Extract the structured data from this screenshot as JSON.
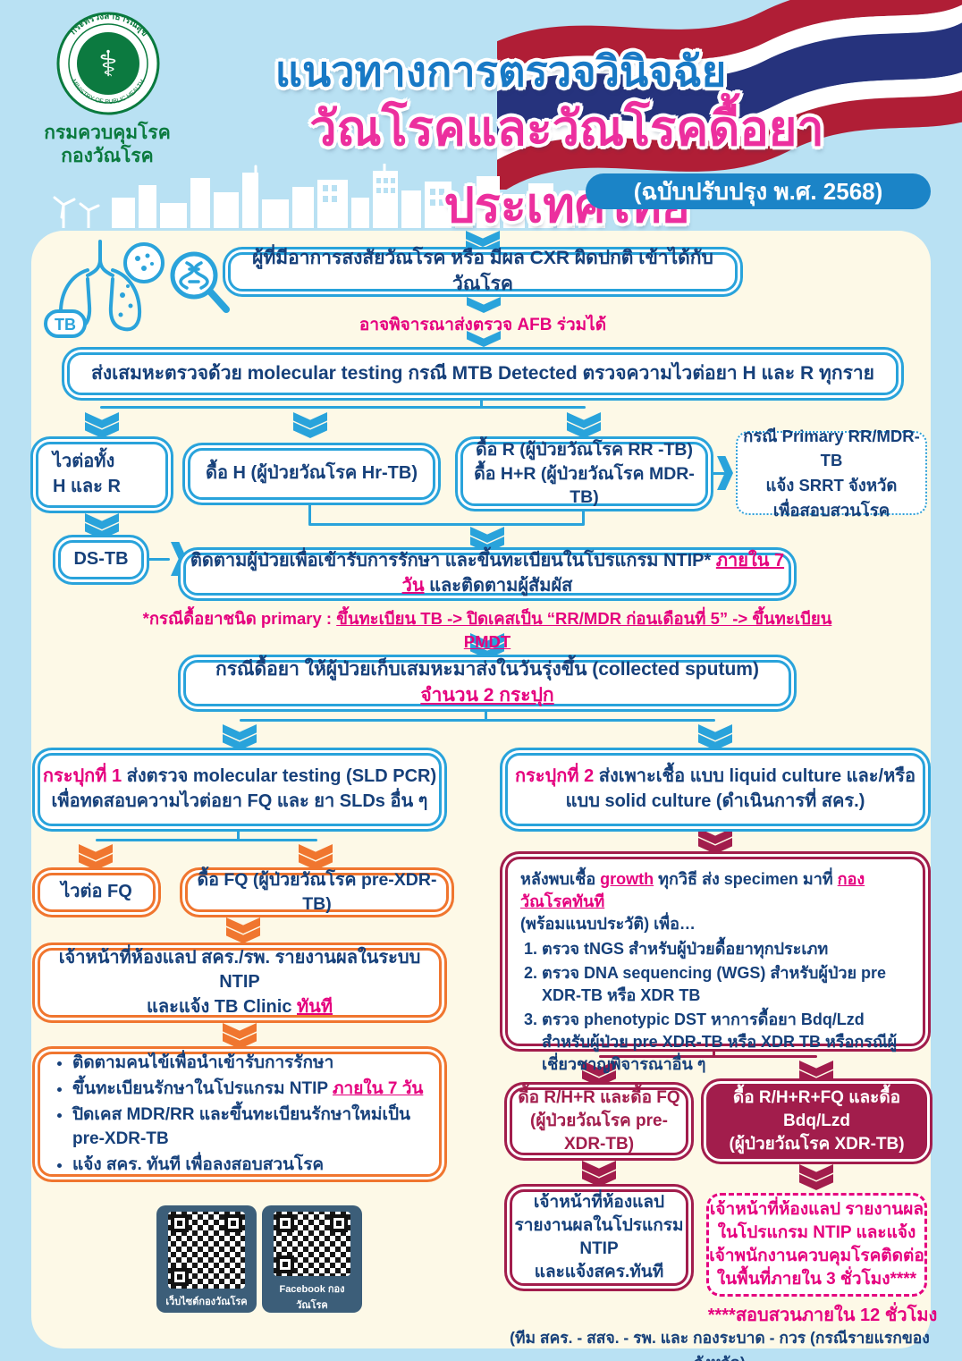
{
  "colors": {
    "page_bg": "#b9e1f3",
    "panel_bg": "#fdf9e7",
    "blue": "#29a3db",
    "navy": "#16407a",
    "pink": "#e5007e",
    "orange": "#f0762f",
    "maroon": "#a21d4c",
    "green": "#0a7a3e",
    "title_blue": "#1879c5",
    "title_pink": "#ec2f9e",
    "flag_red": "#b01e36",
    "flag_blue": "#26337d"
  },
  "header": {
    "ring_top": "กระทรวงสาธารณสุข",
    "ring_bottom": "MINISTRY OF PUBLIC HEALTH",
    "org1": "กรมควบคุมโรค",
    "org2": "กองวัณโรค",
    "title1": "แนวทางการตรวจวินิจฉัย",
    "title2": "วัณโรคและวัณโรคดื้อยาประเทศไทย",
    "badge": "(ฉบับปรับปรุง พ.ศ. 2568)",
    "tb_label": "TB"
  },
  "flow": {
    "start": "ผู้ที่มีอาการสงสัยวัณโรค หรือ มีผล CXR ผิดปกติ เข้าได้กับวัณโรค",
    "afb": "อาจพิจารณาส่งตรวจ AFB ร่วมได้",
    "molecular": "ส่งเสมหะตรวจด้วย molecular testing กรณี MTB Detected ตรวจความไวต่อยา H และ R ทุกราย",
    "sensitive_hr": "ไวต่อทั้ง\nH และ R",
    "resist_h": "ดื้อ H (ผู้ป่วยวัณโรค Hr-TB)",
    "resist_r": "ดื้อ R (ผู้ป่วยวัณโรค RR -TB)\nดื้อ H+R (ผู้ป่วยวัณโรค MDR-TB)",
    "srrt": "กรณี Primary RR/MDR-TB\nแจ้ง SRRT จังหวัด\nเพื่อสอบสวนโรค",
    "dstb": "DS-TB",
    "ntip_pre": "ติดตามผู้ป่วยเพื่อเข้ารับการรักษา และขึ้นทะเบียนในโปรแกรม NTIP* ",
    "ntip_hl": "ภายใน 7 วัน",
    "ntip_post": " และติดตามผู้สัมผัส",
    "primary_note_pre": "*กรณีดื้อยาชนิด primary : ",
    "primary_note_u": "ขึ้นทะเบียน TB -> ปิดเคสเป็น “RR/MDR ก่อนเดือนที่ 5” -> ขึ้นทะเบียน PMDT",
    "sputum_pre": "กรณีดื้อยา ให้ผู้ป่วยเก็บเสมหะมาส่งในวันรุ่งขึ้น (collected sputum) ",
    "sputum_hl": "จำนวน 2 กระปุก",
    "jar1_label": "กระปุกที่ 1",
    "jar1_text": " ส่งตรวจ molecular testing (SLD PCR)\nเพื่อทดสอบความไวต่อยา FQ และ ยา SLDs อื่น ๆ",
    "jar2_label": "กระปุกที่ 2",
    "jar2_text": " ส่งเพาะเชื้อ แบบ liquid culture และ/หรือ\nแบบ solid culture (ดำเนินการที่ สคร.)",
    "fq_sensitive": "ไวต่อ FQ",
    "fq_resist": "ดื้อ FQ (ผู้ป่วยวัณโรค pre-XDR-TB)",
    "lab_report_pre": "เจ้าหน้าที่ห้องแลป สคร./รพ. รายงานผลในระบบ NTIP\nและแจ้ง TB Clinic ",
    "lab_report_hl": "ทันที",
    "followup_b1": "ติดตามคนไข้เพื่อนำเข้ารับการรักษา",
    "followup_b2_pre": "ขึ้นทะเบียนรักษาในโปรแกรม NTIP ",
    "followup_b2_hl": "ภายใน 7 วัน",
    "followup_b3": "ปิดเคส MDR/RR และขึ้นทะเบียนรักษาใหม่เป็น pre-XDR-TB",
    "followup_b4": "แจ้ง สคร. ทันที เพื่อลงสอบสวนโรค",
    "growth_p1": "หลังพบเชื้อ ",
    "growth_hl1": "growth",
    "growth_p2": " ทุกวิธี ส่ง specimen มาที่ ",
    "growth_hl2": "กองวัณโรคทันที",
    "growth_p3": "(พร้อมแนบประวัติ) เพื่อ…",
    "growth_items": [
      "ตรวจ tNGS สำหรับผู้ป่วยดื้อยาทุกประเภท",
      "ตรวจ DNA sequencing (WGS) สำหรับผู้ป่วย pre XDR-TB หรือ XDR TB",
      "ตรวจ phenotypic DST หาการดื้อยา Bdq/Lzd สำหรับผู้ป่วย pre XDR-TB หรือ XDR TB หรือกรณีผู้เชี่ยวชาญพิจารณาอื่น ๆ"
    ],
    "prexdr": "ดื้อ R/H+R และดื้อ FQ\n(ผู้ป่วยวัณโรค pre-XDR-TB)",
    "xdr": "ดื้อ R/H+R+FQ และดื้อ Bdq/Lzd\n(ผู้ป่วยวัณโรค XDR-TB)",
    "lab2": "เจ้าหน้าที่ห้องแลป\nรายงานผลในโปรแกรม NTIP\nและแจ้งสคร.ทันที",
    "lab3": "เจ้าหน้าที่ห้องแลป รายงานผล\nในโปรแกรม NTIP และแจ้ง\nเจ้าพนักงานควบคุมโรคติดต่อ\nในพื้นที่ภายใน 3 ชั่วโมง****"
  },
  "footer": {
    "note1": "****สอบสวนภายใน 12 ชั่วโมง",
    "note2": "(ทีม สคร. - สสจ. - รพ. และ กองระบาด - กวร (กรณีรายแรกของจังหวัด)",
    "qr_web": "เว็บไซต์กองวัณโรค",
    "qr_fb": "Facebook กองวัณโรค"
  }
}
